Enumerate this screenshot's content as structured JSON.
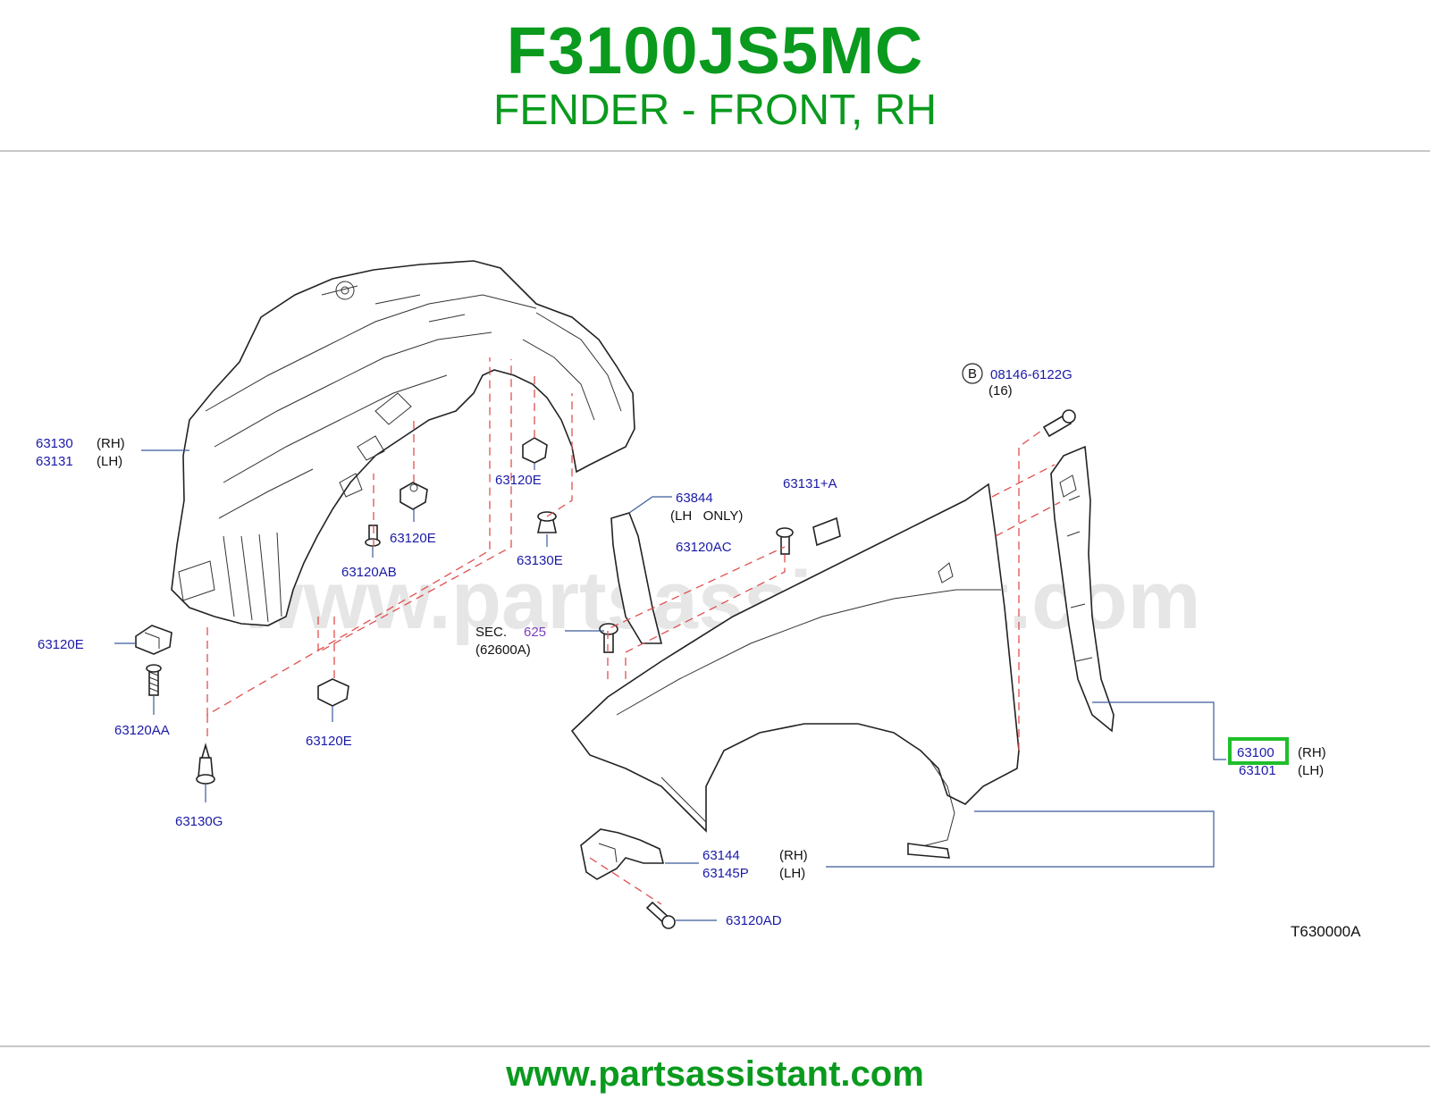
{
  "header": {
    "part_number": "F3100JS5MC",
    "title": "FENDER - FRONT, RH"
  },
  "watermark": "www.partsassistant.com",
  "footer": {
    "url": "www.partsassistant.com"
  },
  "diagram_code": "T630000A",
  "colors": {
    "brand_green": "#0a9a1e",
    "label_blue": "#1a1aa8",
    "highlight": "#1fbf2a",
    "dashed_red": "#e05050"
  },
  "labels": {
    "p63130": "63130",
    "p63130_side": "(RH)",
    "p63131": "63131",
    "p63131_side": "(LH)",
    "p63120E_a": "63120E",
    "p63120E_b": "63120E",
    "p63120E_c": "63120E",
    "p63120E_d": "63120E",
    "p63120AA": "63120AA",
    "p63120AB": "63120AB",
    "p63130G": "63130G",
    "p63130E": "63130E",
    "p63844": "63844",
    "p63844_note": "(LH   ONLY)",
    "p63131A": "63131+A",
    "p63120AC": "63120AC",
    "sec_prefix": "SEC.",
    "sec_num": "625",
    "sec_ref": "(62600A)",
    "bolt_badge": "B",
    "bolt_part": "08146-6122G",
    "bolt_qty": "(16)",
    "p63100": "63100",
    "p63100_side": "(RH)",
    "p63101": "63101",
    "p63101_side": "(LH)",
    "p63144": "63144",
    "p63144_side": "(RH)",
    "p63145P": "63145P",
    "p63145P_side": "(LH)",
    "p63120AD": "63120AD"
  }
}
